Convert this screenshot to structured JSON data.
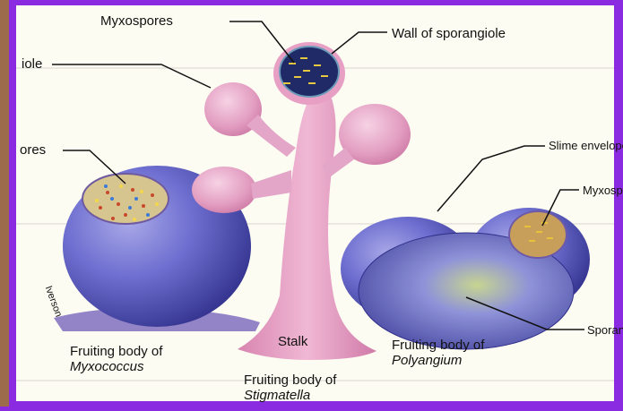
{
  "labels": {
    "myxospores_top": "Myxospores",
    "wall": "Wall of sporangiole",
    "sporangiole_cut": "iole",
    "spores_cut": "ores",
    "slime": "Slime envelope",
    "myxospores_right": "Myxosp",
    "sporangium_cut": "Sporan",
    "stalk": "Stalk",
    "artist": "Iverson"
  },
  "captions": {
    "myxococcus": {
      "line1": "Fruiting body of",
      "line2": "Myxococcus"
    },
    "stigmatella": {
      "line1": "Fruiting body of",
      "line2": "Stigmatella"
    },
    "polyangium": {
      "line1": "Fruiting body of",
      "line2": "Polyangium"
    }
  },
  "colors": {
    "frame": "#8a2be2",
    "paper": "#fdfcf2",
    "pink": "#e7a0c4",
    "blue": "#5a5fc0",
    "spore_dark": "#1f2a66"
  }
}
